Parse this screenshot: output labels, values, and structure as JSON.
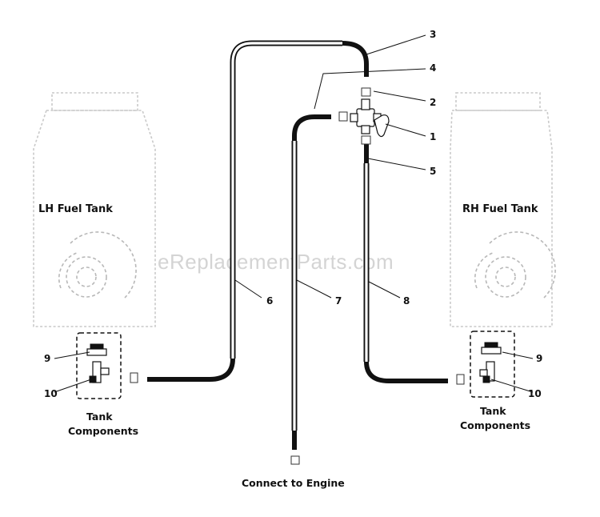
{
  "watermark": "eReplacementParts.com",
  "tanks": {
    "left": {
      "title": "LH Fuel Tank",
      "components_line1": "Tank",
      "components_line2": "Components"
    },
    "right": {
      "title": "RH Fuel Tank",
      "components_line1": "Tank",
      "components_line2": "Components"
    }
  },
  "caption": "Connect to Engine",
  "callouts": {
    "c1": "1",
    "c2": "2",
    "c3": "3",
    "c4": "4",
    "c5": "5",
    "c6": "6",
    "c7": "7",
    "c8": "8",
    "c9_left": "9",
    "c10_left": "10",
    "c9_right": "9",
    "c10_right": "10"
  }
}
